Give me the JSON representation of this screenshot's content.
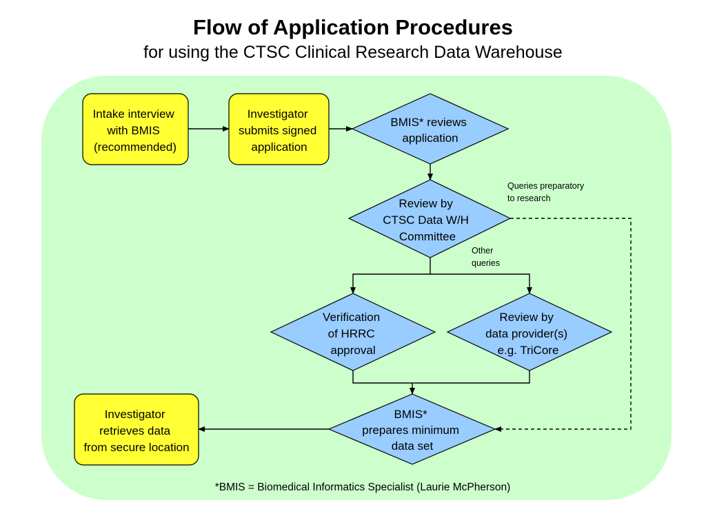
{
  "header": {
    "title": "Flow of Application Procedures",
    "subtitle": "for using the CTSC Clinical Research Data Warehouse"
  },
  "nodes": {
    "intake": [
      "Intake interview",
      "with BMIS",
      "(recommended)"
    ],
    "submit": [
      "Investigator",
      "submits signed",
      "application"
    ],
    "bmis_review": [
      "BMIS*  reviews",
      "application"
    ],
    "committee": [
      "Review by",
      "CTSC Data W/H",
      "Committee"
    ],
    "hrrc": [
      "Verification",
      "of HRRC",
      "approval"
    ],
    "provider": [
      "Review by",
      "data provider(s)",
      "e.g. TriCore"
    ],
    "prepare": [
      "BMIS*",
      "prepares minimum",
      "data set"
    ],
    "retrieve": [
      "Investigator",
      "retrieves data",
      "from secure location"
    ]
  },
  "labels": {
    "queries_preparatory": [
      "Queries preparatory",
      "to research"
    ],
    "other_queries": [
      "Other",
      "queries"
    ]
  },
  "footnote": "*BMIS = Biomedical Informatics Specialist (Laurie McPherson)",
  "colors": {
    "panel": "#ccffcc",
    "rounded_box": "#ffff33",
    "diamond": "#99ccff",
    "stroke": "#000000"
  }
}
